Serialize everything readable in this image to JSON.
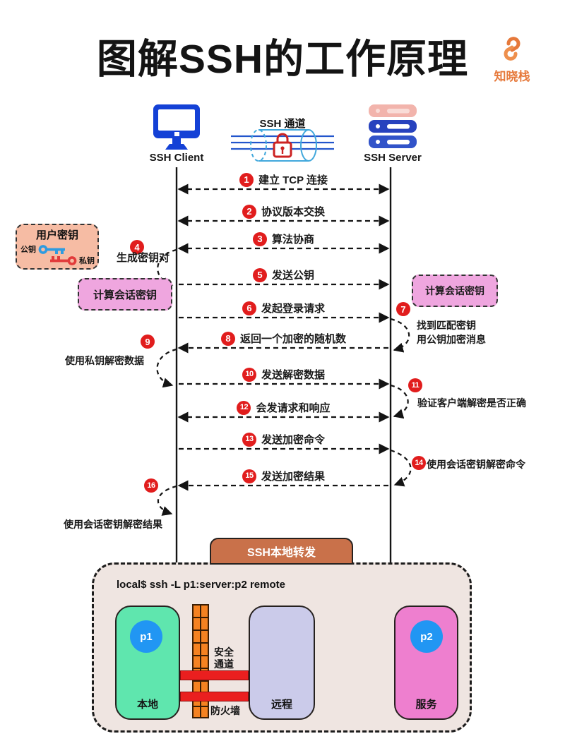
{
  "title": "图解SSH的工作原理",
  "logo": {
    "text": "知晓栈"
  },
  "actors": {
    "client": "SSH Client",
    "server": "SSH Server",
    "tunnel": "SSH 通道"
  },
  "user_key": {
    "title": "用户密钥",
    "public_label": "公钥",
    "private_label": "私钥"
  },
  "session_key_left": "计算会话密钥",
  "session_key_right": "计算会话密钥",
  "messages": [
    {
      "num": "1",
      "text": "建立 TCP 连接",
      "dir": "both"
    },
    {
      "num": "2",
      "text": "协议版本交换",
      "dir": "both"
    },
    {
      "num": "3",
      "text": "算法协商",
      "dir": "both"
    },
    {
      "num": "5",
      "text": "发送公钥",
      "dir": "right"
    },
    {
      "num": "6",
      "text": "发起登录请求",
      "dir": "right"
    },
    {
      "num": "8",
      "text": "返回一个加密的随机数",
      "dir": "left"
    },
    {
      "num": "10",
      "text": "发送解密数据",
      "dir": "right"
    },
    {
      "num": "12",
      "text": "会发请求和响应",
      "dir": "both"
    },
    {
      "num": "13",
      "text": "发送加密命令",
      "dir": "right"
    },
    {
      "num": "15",
      "text": "发送加密结果",
      "dir": "left"
    }
  ],
  "notes": [
    {
      "num": "4",
      "lines": [
        "生成密钥对"
      ],
      "side": "client"
    },
    {
      "num": "7",
      "lines": [
        "找到匹配密钥",
        "用公钥加密消息"
      ],
      "side": "server"
    },
    {
      "num": "9",
      "lines": [
        "使用私钥解密数据"
      ],
      "side": "client"
    },
    {
      "num": "11",
      "lines": [
        "验证客户端解密是否正确"
      ],
      "side": "server"
    },
    {
      "num": "14",
      "lines": [
        "使用会话密钥解密命令"
      ],
      "side": "server"
    },
    {
      "num": "16",
      "lines": [
        "使用会话密钥解密结果"
      ],
      "side": "client"
    }
  ],
  "forwarding": {
    "header": "SSH本地转发",
    "command": "local$ ssh -L p1:server:p2 remote",
    "local_label": "本地",
    "remote_label": "远程",
    "service_label": "服务",
    "firewall_label": "防火墙",
    "channel_lines": [
      "安全",
      "通道"
    ],
    "p1": "p1",
    "p2": "p2"
  },
  "icons": {
    "logo-icon": "orange link swirl",
    "client-icon": "blue desktop monitor",
    "server-icon": "server rack stack",
    "tunnel-icon": "cylinder tunnel with padlock",
    "public-key-icon": "blue key",
    "private-key-icon": "red key",
    "firewall-icon": "brick wall"
  },
  "colors": {
    "badge_red": "#E11D1D",
    "client_blue": "#1441D6",
    "server_blue": "#2B49C0",
    "server_pink": "#F2B4AC",
    "tunnel_cyan": "#41A8DC",
    "lock_red": "#CC2222",
    "user_key_bg": "#F6BCA4",
    "session_key_bg": "#EFA6DF",
    "header_terracotta": "#C9714A",
    "container_bg": "#EFE5E1",
    "local_green": "#5FE6AE",
    "remote_lavender": "#CBCBEA",
    "service_pink": "#EE7FCF",
    "firewall_orange": "#F58221",
    "bar_red": "#EA1F1F",
    "port_blue": "#2196F3",
    "flow_blue": "#2F9BFF",
    "logo_orange": "#E6793B"
  }
}
